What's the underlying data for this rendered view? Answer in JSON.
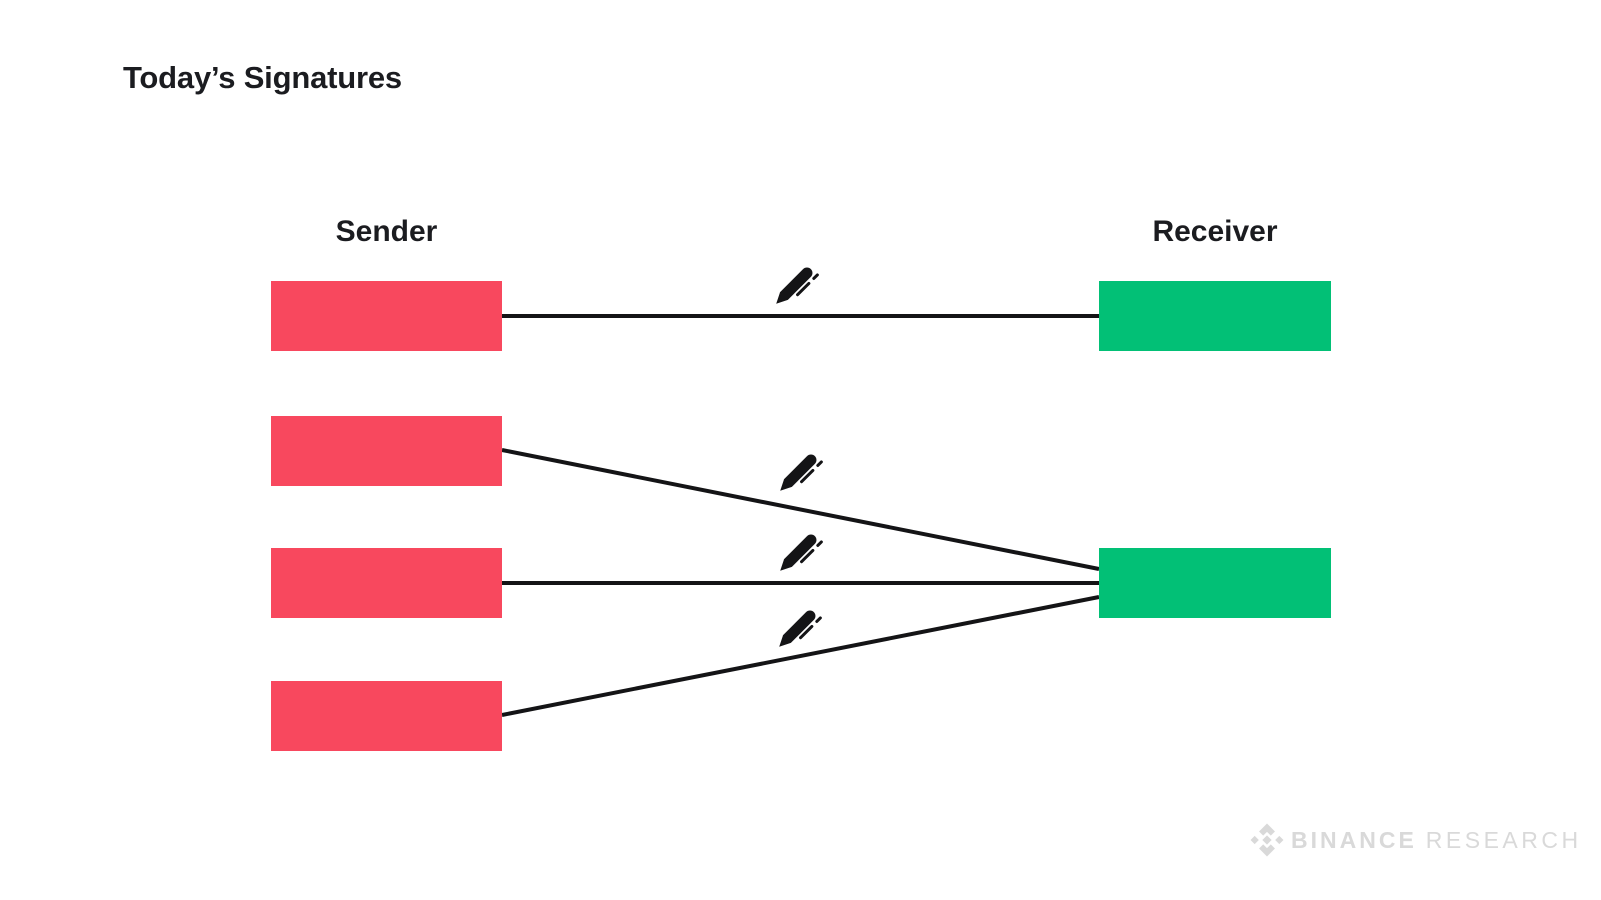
{
  "title": "Today’s Signatures",
  "columns": {
    "sender_label": "Sender",
    "receiver_label": "Receiver"
  },
  "diagram": {
    "sender_node_count": 4,
    "receiver_node_count": 2,
    "edges": [
      {
        "from": "sender-1",
        "to": "receiver-1",
        "icon": "pen-signature-icon"
      },
      {
        "from": "sender-2",
        "to": "receiver-2",
        "icon": "pen-signature-icon"
      },
      {
        "from": "sender-3",
        "to": "receiver-2",
        "icon": "pen-signature-icon"
      },
      {
        "from": "sender-4",
        "to": "receiver-2",
        "icon": "pen-signature-icon"
      }
    ]
  },
  "colors": {
    "sender_node": "#F8485E",
    "receiver_node": "#02C076",
    "edge_line": "#141416",
    "pen_icon": "#141416",
    "title_text": "#1B1C20",
    "brand_gray": "#D9D9D9"
  },
  "brand": {
    "word_primary": "BINANCE",
    "word_secondary": "RESEARCH"
  }
}
